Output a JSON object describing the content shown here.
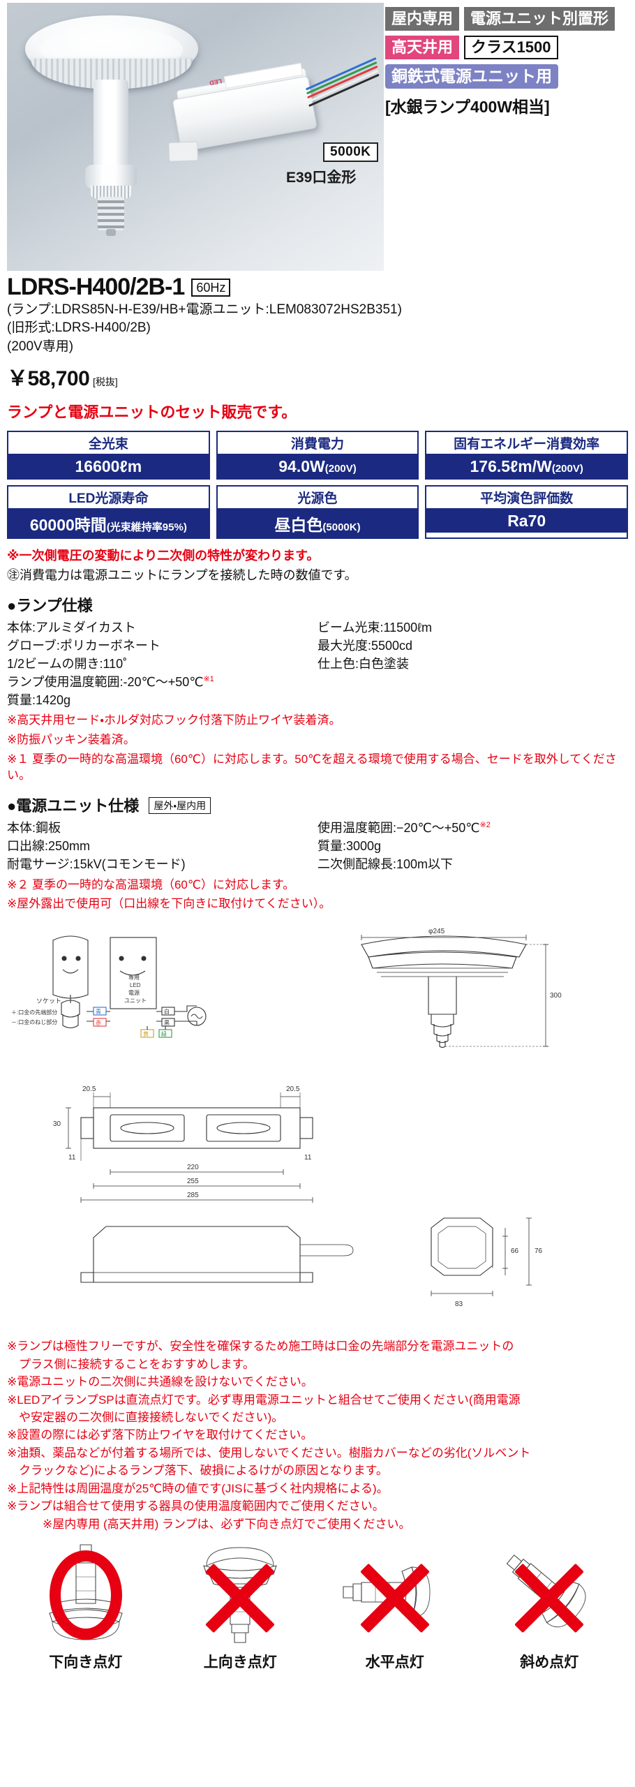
{
  "badges": {
    "indoor_only": "屋内専用",
    "separate_driver": "電源ユニット別置形",
    "high_ceiling": "高天井用",
    "class": "クラス1500",
    "ballast_type": "銅鉄式電源ユニット用",
    "equivalent": "[水銀ランプ400W相当]"
  },
  "photo": {
    "kelvin": "5000K",
    "cap": "E39口金形"
  },
  "model": {
    "number": "LDRS-H400/2B-1",
    "hz": "60Hz",
    "composition": "(ランプ:LDRS85N-H-E39/HB+電源ユニット:LEM083072HS2B351)",
    "old_model": "(旧形式:LDRS-H400/2B)",
    "voltage": "(200V専用)",
    "price": "￥58,700",
    "tax_note": "[税抜]",
    "set_note": "ランプと電源ユニットのセット販売です。"
  },
  "spec_table": {
    "row1": [
      {
        "head": "全光束",
        "value": "16600ℓm",
        "unit": ""
      },
      {
        "head": "消費電力",
        "value": "94.0W",
        "unit": "(200V)"
      },
      {
        "head": "固有エネルギー消費効率",
        "value": "176.5ℓm/W",
        "unit": "(200V)"
      }
    ],
    "row2": [
      {
        "head": "LED光源寿命",
        "value": "60000時間",
        "unit": "(光束維持率95%)"
      },
      {
        "head": "光源色",
        "value": "昼白色",
        "unit": "(5000K)"
      },
      {
        "head": "平均演色評価数",
        "value": "Ra70",
        "unit": ""
      }
    ],
    "note_pink": "※一次側電圧の変動により二次側の特性が変わります。",
    "note_plain": "㊟消費電力は電源ユニットにランプを接続した時の数値です。"
  },
  "lamp_spec": {
    "title": "●ランプ仕様",
    "left": [
      "本体:アルミダイカスト",
      "グローブ:ポリカーボネート",
      "1/2ビームの開き:110˚",
      "ランプ使用温度範囲:-20℃～+50℃",
      "質量:1420g"
    ],
    "left_sup_index": 3,
    "left_sup": "※1",
    "right": [
      "ビーム光束:11500ℓm",
      "最大光度:5500cd",
      "仕上色:白色塗装"
    ],
    "notes": [
      "※高天井用セード・ホルダ対応フック付落下防止ワイヤ装着済。",
      "※防振パッキン装着済。"
    ],
    "footnote": "※１ 夏季の一時的な高温環境（60℃）に対応します。50℃を超える環境で使用する場合、セードを取外してください。"
  },
  "driver_spec": {
    "title": "●電源ユニット仕様",
    "badge": "屋外・屋内用",
    "left": [
      "本体:鋼板",
      "口出線:250mm",
      "耐電サージ:15kV(コモンモード)"
    ],
    "right": [
      "使用温度範囲:−20℃～+50℃",
      "質量:3000g",
      "二次側配線長:100m以下"
    ],
    "right_sup": "※2",
    "footnote1": "※２ 夏季の一時的な高温環境（60℃）に対応します。",
    "footnote2": "※屋外露出で使用可（口出線を下向きに取付けてください）。"
  },
  "wiring_diagram": {
    "socket_label": "ソケット",
    "unit_label_lines": [
      "専用",
      "LED",
      "電源",
      "ユニット"
    ],
    "terminal_plus": "＋:口金の先端部分",
    "terminal_minus": "－:口金のねじ部分",
    "wires": [
      "青",
      "赤",
      "白",
      "黒",
      "黄",
      "緑"
    ]
  },
  "dimensions": {
    "diameter": "φ245",
    "height": "300",
    "d_205_left": "20.5",
    "d_205_right": "20.5",
    "d_30": "30",
    "d_11_left": "11",
    "d_11_right": "11",
    "d_220": "220",
    "d_255": "255",
    "d_285": "285",
    "d_66": "66",
    "d_76": "76",
    "d_83": "83"
  },
  "cautions": [
    "※ランプは極性フリーですが、安全性を確保するため施工時は口金の先端部分を電源ユニットの",
    "　プラス側に接続することをおすすめします。",
    "※電源ユニットの二次側に共通線を設けないでください。",
    "※LEDアイランプSPは直流点灯です。必ず専用電源ユニットと組合せてご使用ください(商用電源",
    "　や安定器の二次側に直接接続しないでください)。",
    "※設置の際には必ず落下防止ワイヤを取付けてください。",
    "※油類、薬品などが付着する場所では、使用しないでください。樹脂カバーなどの劣化(ソルベント",
    "　クラックなど)によるランプ落下、破損によるけがの原因となります。",
    "※上記特性は周囲温度が25℃時の値です(JISに基づく社内規格による)。",
    "※ランプは組合せて使用する器具の使用温度範囲内でご使用ください。",
    "　　　※屋内専用 (高天井用) ランプは、必ず下向き点灯でご使用ください。"
  ],
  "orientations": [
    {
      "label": "下向き点灯",
      "mark": "ok"
    },
    {
      "label": "上向き点灯",
      "mark": "ng"
    },
    {
      "label": "水平点灯",
      "mark": "ng"
    },
    {
      "label": "斜め点灯",
      "mark": "ng"
    }
  ],
  "colors": {
    "navy": "#1b2a80",
    "red": "#e60012",
    "pink": "#e1467c",
    "gray": "#6e6e6e",
    "purple": "#7d82c4"
  }
}
